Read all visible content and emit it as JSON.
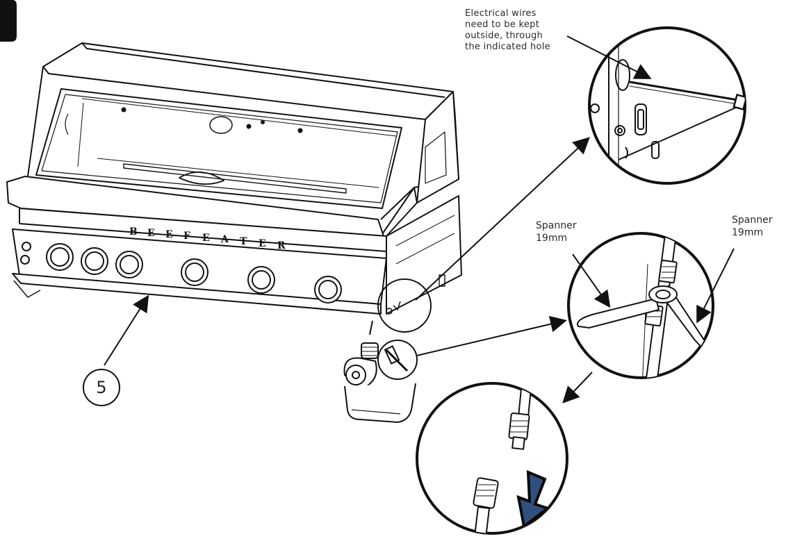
{
  "callouts": {
    "electrical_note": "Electrical wires\nneed to be kept\noutside, through\nthe indicated hole",
    "spanner_left": "Spanner\n19mm",
    "spanner_right": "Spanner\n19mm"
  },
  "step_number": "5",
  "brand_letters": [
    "B",
    "E",
    "E",
    "F",
    "E",
    "A",
    "T",
    "E",
    "R"
  ],
  "colors": {
    "line": "#111111",
    "arrow_fill": "#2f4f7f",
    "arrow_outline": "#0a0a0a"
  }
}
